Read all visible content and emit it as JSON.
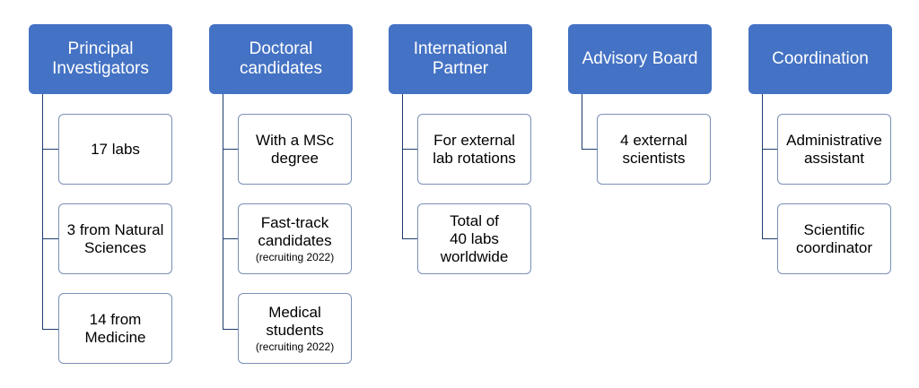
{
  "colors": {
    "header_fill": "#4472c4",
    "header_text": "#ffffff",
    "child_border": "#7a8fb5",
    "connector": "#1f3c6e"
  },
  "columns": [
    {
      "title": "Principal\nInvestigators",
      "children": [
        {
          "text": "17 labs",
          "note": ""
        },
        {
          "text": "3 from Natural\nSciences",
          "note": ""
        },
        {
          "text": "14 from\nMedicine",
          "note": ""
        }
      ]
    },
    {
      "title": "Doctoral\ncandidates",
      "children": [
        {
          "text": "With a MSc\ndegree",
          "note": ""
        },
        {
          "text": "Fast-track\ncandidates",
          "note": "(recruiting 2022)"
        },
        {
          "text": "Medical\nstudents",
          "note": "(recruiting 2022)"
        }
      ]
    },
    {
      "title": "International\nPartner",
      "children": [
        {
          "text": "For external\nlab rotations",
          "note": ""
        },
        {
          "text": "Total of\n40 labs\nworldwide",
          "note": ""
        }
      ]
    },
    {
      "title": "Advisory Board",
      "children": [
        {
          "text": "4 external\nscientists",
          "note": ""
        }
      ]
    },
    {
      "title": "Coordination",
      "children": [
        {
          "text": "Administrative\nassistant",
          "note": ""
        },
        {
          "text": "Scientific\ncoordinator",
          "note": ""
        }
      ]
    }
  ]
}
